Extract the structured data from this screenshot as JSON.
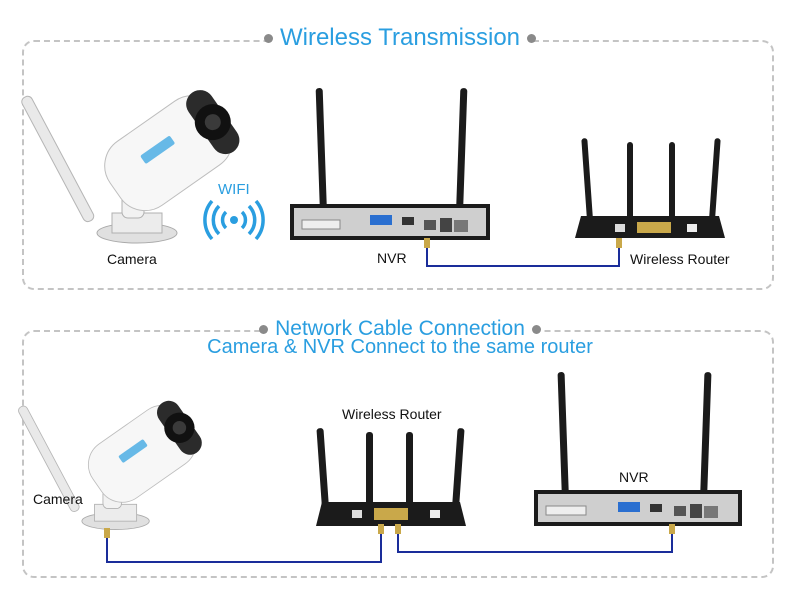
{
  "top": {
    "title": "Wireless Transmission",
    "camera_label": "Camera",
    "wifi_label": "WIFI",
    "nvr_label": "NVR",
    "router_label": "Wireless Router"
  },
  "bottom": {
    "title": "Network Cable Connection",
    "subtitle": "Camera & NVR Connect to the same router",
    "camera_label": "Camera",
    "router_label": "Wireless Router",
    "nvr_label": "NVR"
  },
  "colors": {
    "accent": "#2a9ee0",
    "cable": "#1a2d9a",
    "connector": "#c9a84a",
    "device_dark": "#1b1b1b"
  },
  "icons": [
    "camera-icon",
    "wifi-signal-icon",
    "nvr-icon",
    "router-icon"
  ]
}
